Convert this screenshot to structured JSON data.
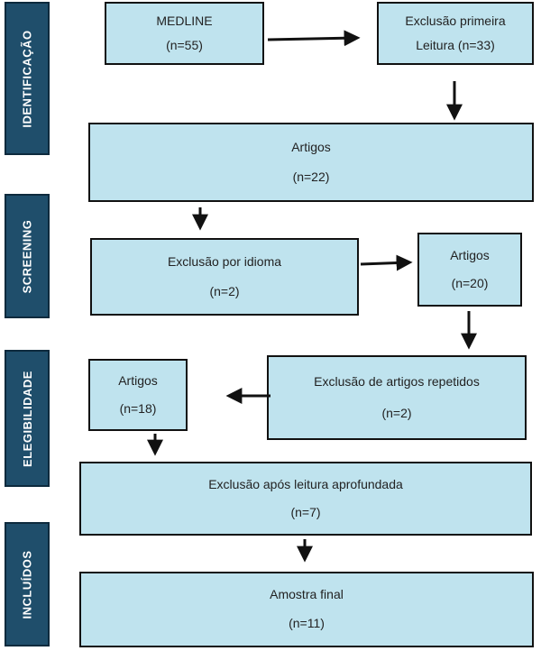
{
  "phases": {
    "identification": "IDENTIFICAÇÃO",
    "screening": "SCREENING",
    "eligibility": "ELEGIBILIDADE",
    "included": "INCLUÍDOS"
  },
  "boxes": {
    "medline": {
      "line1": "MEDLINE",
      "line2": "(n=55)"
    },
    "exclusion_first_reading": {
      "line1": "Exclusão primeira",
      "line2": "Leitura (n=33)"
    },
    "articles_22": {
      "line1": "Artigos",
      "line2": "(n=22)"
    },
    "exclusion_language": {
      "line1": "Exclusão por idioma",
      "line2": "(n=2)"
    },
    "articles_20": {
      "line1": "Artigos",
      "line2": "(n=20)"
    },
    "exclusion_repeated": {
      "line1": "Exclusão de artigos repetidos",
      "line2": "(n=2)"
    },
    "articles_18": {
      "line1": "Artigos",
      "line2": "(n=18)"
    },
    "exclusion_deep_reading": {
      "line1": "Exclusão após leitura aprofundada",
      "line2": "(n=7)"
    },
    "final_sample": {
      "line1": "Amostra final",
      "line2": "(n=11)"
    }
  },
  "colors": {
    "phase_fill": "#1f4e6b",
    "box_fill": "#bfe3ee",
    "border": "#111111"
  }
}
